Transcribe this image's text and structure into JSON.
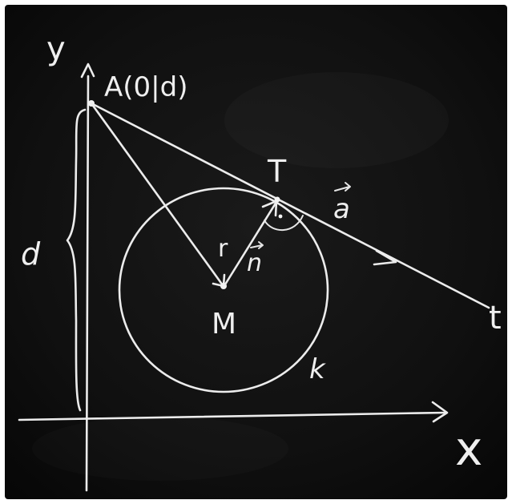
{
  "diagram": {
    "labels": {
      "y_axis": "y",
      "x_axis": "x",
      "point_a": "A(0|d)",
      "point_t": "T",
      "point_m": "M",
      "radius": "r",
      "normal_vector": "n",
      "direction_vector": "a",
      "distance": "d",
      "tangent_line": "t",
      "circle": "k"
    },
    "colors": {
      "board": "#0b0b0b",
      "chalk": "#ececec",
      "frame": "#ffffff"
    }
  }
}
